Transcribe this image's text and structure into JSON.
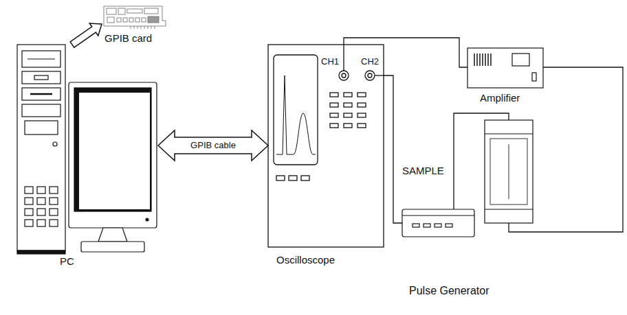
{
  "diagram": {
    "nodes": [
      {
        "text": [
          "GPIB card"
        ]
      },
      {
        "text": [
          "PC"
        ]
      },
      {
        "text": [
          "Oscilloscope"
        ]
      },
      {
        "text": [
          "Amplifier"
        ]
      },
      {
        "text": [
          "SAMPLE"
        ]
      },
      {
        "text": [
          "Pulse Generator"
        ]
      }
    ],
    "edges": [
      {
        "from": 1,
        "to": 0,
        "arrow": "to"
      },
      {
        "from": 1,
        "to": 2,
        "label": "GPIB cable",
        "arrow": "both"
      },
      {
        "from": 2,
        "to": 3,
        "arrow": "none"
      },
      {
        "from": 2,
        "to": 5,
        "arrow": "none"
      },
      {
        "from": 3,
        "to": 4,
        "arrow": "none"
      },
      {
        "from": 5,
        "to": 4,
        "arrow": "none"
      }
    ],
    "labels": [
      "CH1",
      "CH2"
    ]
  }
}
